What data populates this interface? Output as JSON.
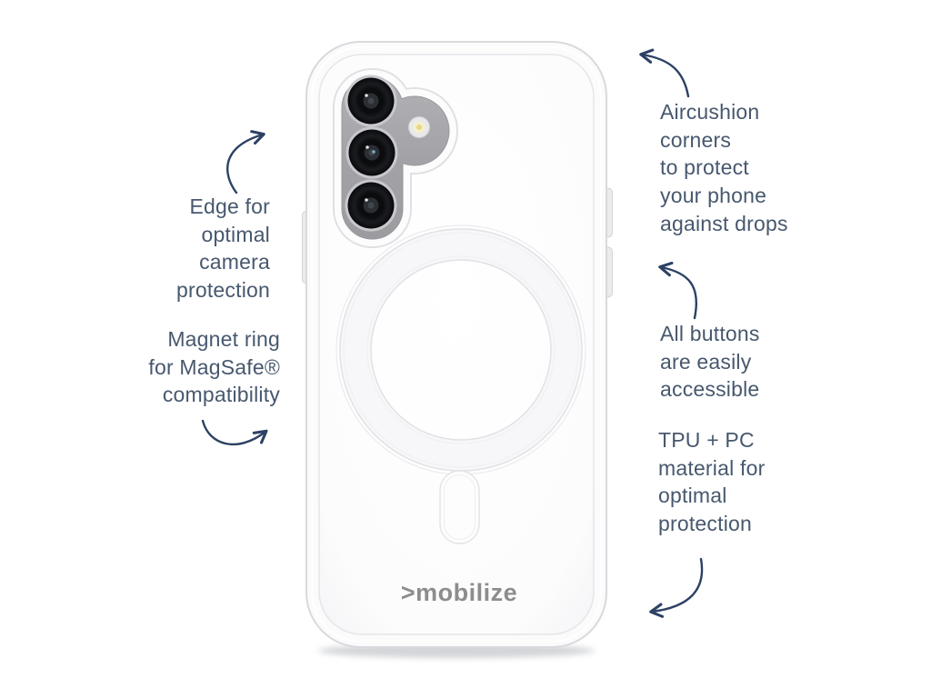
{
  "canvas": {
    "background": "#ffffff"
  },
  "palette": {
    "annotation_text": "#47586e",
    "arrow": "#2c4164",
    "logo_gray": "#8d8d8d",
    "case_outline": "#d9d9de",
    "camera_module_gray": "#a5a5a9",
    "flash_yellow": "#e8d77e"
  },
  "brand": {
    "logo_chevron": ">",
    "logo_name": "mobilize"
  },
  "annotations": {
    "camera_edge": {
      "text": "Edge for\noptimal\ncamera\nprotection"
    },
    "magnet_ring": {
      "text": "Magnet ring\nfor MagSafe®\ncompatibility"
    },
    "aircushion": {
      "text": "Aircushion\ncorners\nto protect\nyour phone\nagainst drops"
    },
    "buttons": {
      "text": "All buttons\nare easily\naccessible"
    },
    "material": {
      "text": "TPU + PC\nmaterial for\noptimal\nprotection"
    }
  }
}
